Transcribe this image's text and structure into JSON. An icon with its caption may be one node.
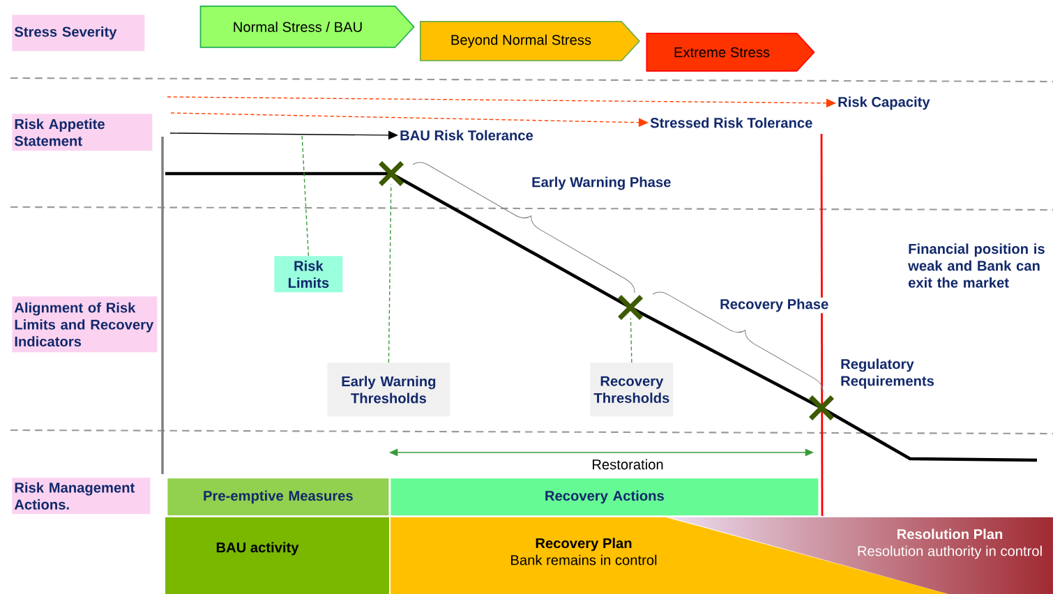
{
  "diagram": {
    "nodes": [
      {
        "text": [
          "Stress Severity"
        ]
      },
      {
        "text": [
          "Normal Stress / BAU"
        ]
      },
      {
        "text": [
          "Beyond Normal Stress"
        ]
      },
      {
        "text": [
          "Extreme Stress"
        ]
      },
      {
        "text": [
          "Risk Appetite Statement"
        ]
      },
      {
        "text": [
          "Risk Capacity"
        ]
      },
      {
        "text": [
          "Stressed Risk Tolerance"
        ]
      },
      {
        "text": [
          "BAU Risk Tolerance"
        ]
      },
      {
        "text": [],
        "shape": "cross"
      },
      {
        "text": [
          "Risk Limits"
        ]
      },
      {
        "text": [],
        "shape": "cross"
      },
      {
        "text": [
          "Alignment of Risk Limits and Recovery Indicators"
        ]
      },
      {
        "text": [
          "Early Warning Thresholds"
        ]
      },
      {
        "text": [
          "Recovery Thresholds"
        ]
      },
      {
        "text": [],
        "shape": "cross"
      },
      {
        "text": [
          "Risk Management Actions."
        ]
      },
      {
        "text": [
          "Pre-emptive Measures"
        ]
      },
      {
        "text": [
          "Recovery Actions"
        ]
      },
      {
        "text": [
          "BAU activity"
        ]
      },
      {
        "text": [
          "Recovery Plan",
          "Bank remains in control"
        ]
      },
      {
        "text": [
          "Resolution Plan",
          "Resolution authority in control"
        ]
      }
    ],
    "edges": [
      {
        "from": null,
        "to": 5,
        "arrow": "to",
        "style": "dashed",
        "color": "#ff4000"
      },
      {
        "from": null,
        "to": 6,
        "arrow": "to",
        "style": "dashed",
        "color": "#ff4000"
      },
      {
        "from": null,
        "to": 7,
        "arrow": "to",
        "color": "#000000"
      },
      {
        "from": 9,
        "to": null,
        "arrow": "none",
        "style": "dashed",
        "color": "#3a9a3a"
      },
      {
        "from": 12,
        "to": 8,
        "arrow": "none",
        "style": "dashed",
        "color": "#3a9a3a"
      },
      {
        "from": 13,
        "to": 10,
        "arrow": "none",
        "style": "dashed",
        "color": "#3a9a3a"
      }
    ],
    "labels": [
      "Early Warning Phase",
      "Financial position is weak and Bank can exit the market",
      "Recovery Phase",
      "Regulatory Requirements",
      "Restoration"
    ]
  }
}
